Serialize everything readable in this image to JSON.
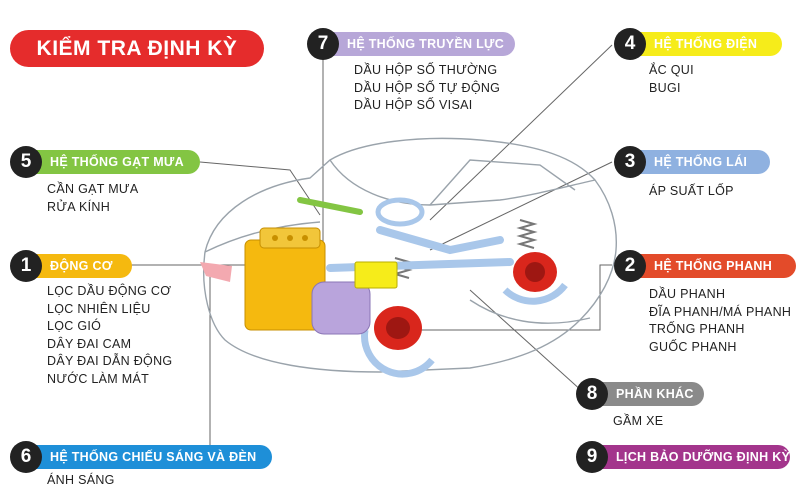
{
  "title": "KIỂM TRA ĐỊNH KỲ",
  "colors": {
    "title": "#e52c2c",
    "engine": "#f5b90f",
    "brake": "#e34b2a",
    "steering": "#8fb1e0",
    "electric": "#f6ec1a",
    "wiper": "#83c543",
    "lighting": "#1e8fd8",
    "transmission": "#b7a7d8",
    "other": "#8a8a8a",
    "schedule": "#a3358c"
  },
  "sections": [
    {
      "number": "1",
      "label": "ĐỘNG CƠ",
      "items": [
        "LỌC DẦU ĐỘNG CƠ",
        "LỌC NHIÊN LIỆU",
        "LỌC GIÓ",
        "DÂY ĐAI CAM",
        "DÂY ĐAI DẪN ĐỘNG",
        "NƯỚC LÀM MÁT"
      ]
    },
    {
      "number": "2",
      "label": "HỆ THỐNG PHANH",
      "items": [
        "DẦU PHANH",
        "ĐĨA PHANH/MÁ PHANH",
        "TRỐNG PHANH",
        "GUỐC PHANH"
      ]
    },
    {
      "number": "3",
      "label": "HỆ THỐNG LÁI",
      "items": [
        "ÁP SUẤT LỐP"
      ]
    },
    {
      "number": "4",
      "label": "HỆ THỐNG ĐIỆN",
      "items": [
        "ẮC QUI",
        "BUGI"
      ]
    },
    {
      "number": "5",
      "label": "HỆ THỐNG GẠT MƯA",
      "items": [
        "CẦN GẠT MƯA",
        "RỬA KÍNH"
      ]
    },
    {
      "number": "6",
      "label": "HỆ THỐNG CHIẾU SÁNG VÀ ĐÈN",
      "items": [
        "ÁNH SÁNG"
      ]
    },
    {
      "number": "7",
      "label": "HỆ THỐNG TRUYỀN LỰC",
      "items": [
        "DẦU HỘP SỐ THƯỜNG",
        "DẦU HỘP SỐ TỰ ĐỘNG",
        "DẦU HỘP SỐ VISAI"
      ]
    },
    {
      "number": "8",
      "label": "PHẦN KHÁC",
      "items": [
        "GẦM XE"
      ]
    },
    {
      "number": "9",
      "label": "LỊCH BẢO DƯỠNG ĐỊNH KỲ",
      "items": []
    }
  ]
}
